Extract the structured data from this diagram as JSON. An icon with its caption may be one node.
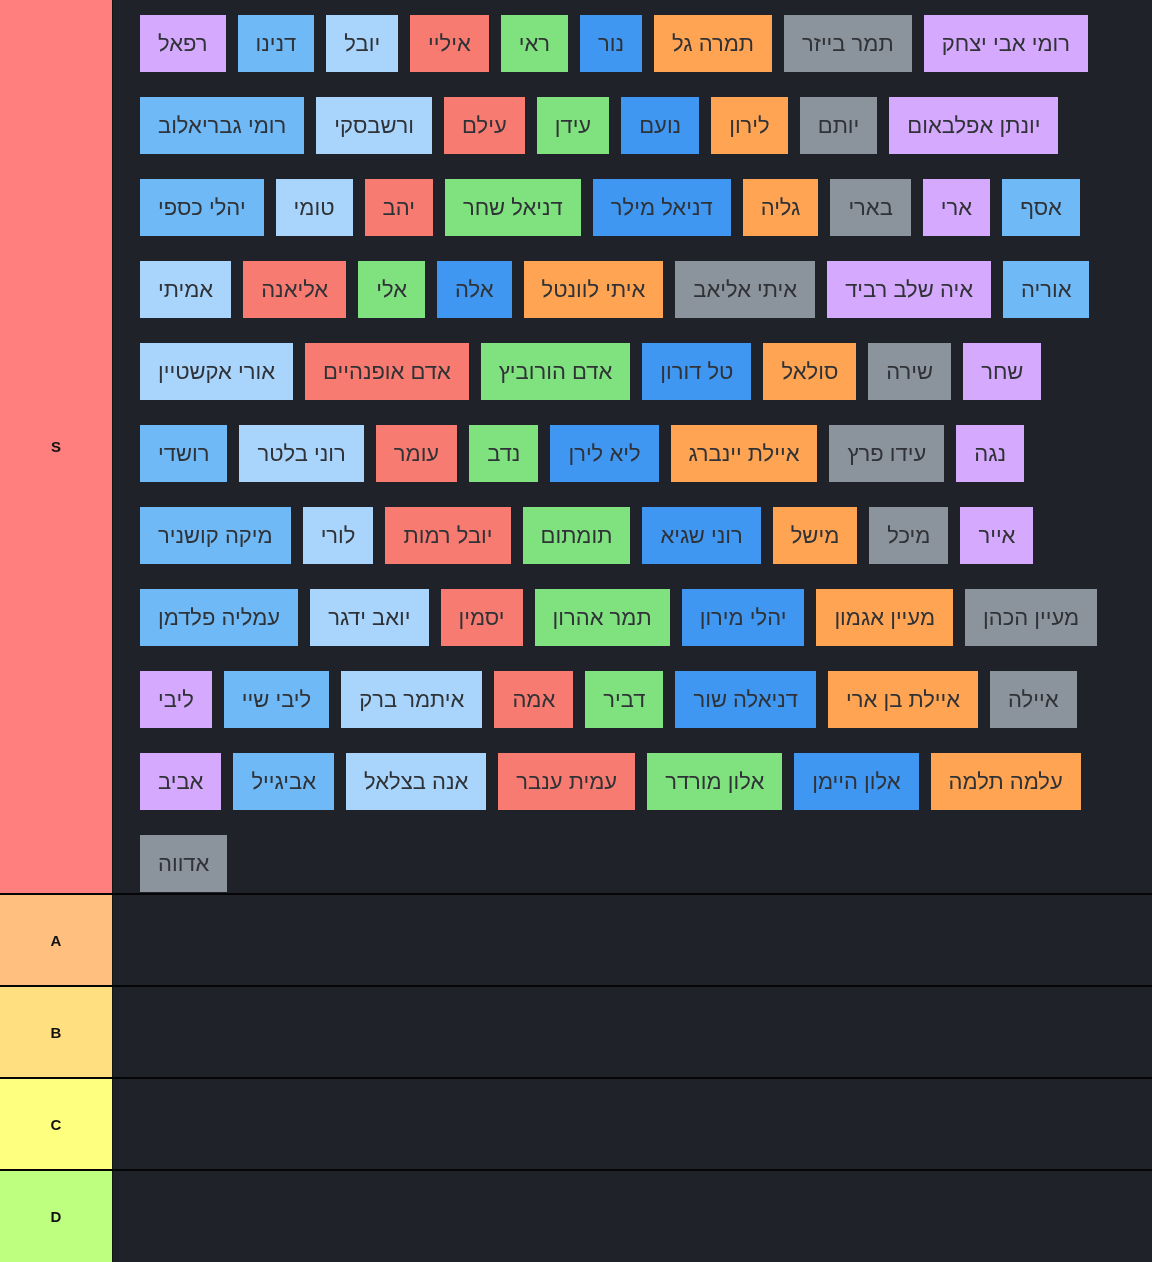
{
  "diagram": {
    "nodes": [
      {
        "text": [
          "S"
        ]
      },
      {
        "text": [
          "רפאל"
        ],
        "in": 0
      },
      {
        "text": [
          "דנינו"
        ],
        "in": 0
      },
      {
        "text": [
          "יובל"
        ],
        "in": 0
      },
      {
        "text": [
          "איליי"
        ],
        "in": 0
      },
      {
        "text": [
          "ראי"
        ],
        "in": 0
      },
      {
        "text": [
          "נור"
        ],
        "in": 0
      },
      {
        "text": [
          "תמרה גל"
        ],
        "in": 0
      },
      {
        "text": [
          "תמר בייזר"
        ],
        "in": 0
      },
      {
        "text": [
          "רומי אבי יצחק"
        ],
        "in": 0
      },
      {
        "text": [
          "רומי גבריאלוב"
        ],
        "in": 0
      },
      {
        "text": [
          "ורשבסקי"
        ],
        "in": 0
      },
      {
        "text": [
          "עילם"
        ],
        "in": 0
      },
      {
        "text": [
          "עידן"
        ],
        "in": 0
      },
      {
        "text": [
          "נועם"
        ],
        "in": 0
      },
      {
        "text": [
          "לירון"
        ],
        "in": 0
      },
      {
        "text": [
          "יותם"
        ],
        "in": 0
      },
      {
        "text": [
          "יונתן אפלבאום"
        ],
        "in": 0
      },
      {
        "text": [
          "יהלי כספי"
        ],
        "in": 0
      },
      {
        "text": [
          "טומי"
        ],
        "in": 0
      },
      {
        "text": [
          "יהב"
        ],
        "in": 0
      },
      {
        "text": [
          "דניאל שחר"
        ],
        "in": 0
      },
      {
        "text": [
          "דניאל מילר"
        ],
        "in": 0
      },
      {
        "text": [
          "גליה"
        ],
        "in": 0
      },
      {
        "text": [
          "בארי"
        ],
        "in": 0
      },
      {
        "text": [
          "ארי"
        ],
        "in": 0
      },
      {
        "text": [
          "אסף"
        ],
        "in": 0
      },
      {
        "text": [
          "אמיתי"
        ],
        "in": 0
      },
      {
        "text": [
          "אליאנה"
        ],
        "in": 0
      },
      {
        "text": [
          "אלי"
        ],
        "in": 0
      },
      {
        "text": [
          "אלה"
        ],
        "in": 0
      },
      {
        "text": [
          "איתי לוונטל"
        ],
        "in": 0
      },
      {
        "text": [
          "איתי אליאב"
        ],
        "in": 0
      },
      {
        "text": [
          "איה שלב רביד"
        ],
        "in": 0
      },
      {
        "text": [
          "אוריה"
        ],
        "in": 0
      },
      {
        "text": [
          "אורי אקשטיין"
        ],
        "in": 0
      },
      {
        "text": [
          "אדם אופנהיים"
        ],
        "in": 0
      },
      {
        "text": [
          "אדם הורוביץ"
        ],
        "in": 0
      },
      {
        "text": [
          "טל דורון"
        ],
        "in": 0
      },
      {
        "text": [
          "סולאל"
        ],
        "in": 0
      },
      {
        "text": [
          "שירה"
        ],
        "in": 0
      },
      {
        "text": [
          "שחר"
        ],
        "in": 0
      },
      {
        "text": [
          "רושדי"
        ],
        "in": 0
      },
      {
        "text": [
          "רוני בלטר"
        ],
        "in": 0
      },
      {
        "text": [
          "עומר"
        ],
        "in": 0
      },
      {
        "text": [
          "נדב"
        ],
        "in": 0
      },
      {
        "text": [
          "ליא לירן"
        ],
        "in": 0
      },
      {
        "text": [
          "איילת יינברג"
        ],
        "in": 0
      },
      {
        "text": [
          "עידו פרץ"
        ],
        "in": 0
      },
      {
        "text": [
          "נגה"
        ],
        "in": 0
      },
      {
        "text": [
          "מיקה קושניר"
        ],
        "in": 0
      },
      {
        "text": [
          "לורי"
        ],
        "in": 0
      },
      {
        "text": [
          "יובל רמות"
        ],
        "in": 0
      },
      {
        "text": [
          "תומתום"
        ],
        "in": 0
      },
      {
        "text": [
          "רוני שגיא"
        ],
        "in": 0
      },
      {
        "text": [
          "מישל"
        ],
        "in": 0
      },
      {
        "text": [
          "מיכל"
        ],
        "in": 0
      },
      {
        "text": [
          "אייר"
        ],
        "in": 0
      },
      {
        "text": [
          "עמליה פלדמן"
        ],
        "in": 0
      },
      {
        "text": [
          "יואב ידגר"
        ],
        "in": 0
      },
      {
        "text": [
          "יסמין"
        ],
        "in": 0
      },
      {
        "text": [
          "תמר אהרון"
        ],
        "in": 0
      },
      {
        "text": [
          "יהלי מירון"
        ],
        "in": 0
      },
      {
        "text": [
          "מעיין אגמון"
        ],
        "in": 0
      },
      {
        "text": [
          "מעיין הכהן"
        ],
        "in": 0
      },
      {
        "text": [
          "ליבי"
        ],
        "in": 0
      },
      {
        "text": [
          "ליבי שיי"
        ],
        "in": 0
      },
      {
        "text": [
          "איתמר ברק"
        ],
        "in": 0
      },
      {
        "text": [
          "אמה"
        ],
        "in": 0
      },
      {
        "text": [
          "דביר"
        ],
        "in": 0
      },
      {
        "text": [
          "דניאלה שור"
        ],
        "in": 0
      },
      {
        "text": [
          "איילת בן ארי"
        ],
        "in": 0
      },
      {
        "text": [
          "איילה"
        ],
        "in": 0
      },
      {
        "text": [
          "אביב"
        ],
        "in": 0
      },
      {
        "text": [
          "אביגייל"
        ],
        "in": 0
      },
      {
        "text": [
          "אנה בצלאל"
        ],
        "in": 0
      },
      {
        "text": [
          "עמית ענבר"
        ],
        "in": 0
      },
      {
        "text": [
          "אלון מורדר"
        ],
        "in": 0
      },
      {
        "text": [
          "אלון היימן"
        ],
        "in": 0
      },
      {
        "text": [
          "עלמה תלמה"
        ],
        "in": 0
      },
      {
        "text": [
          "אדווה"
        ],
        "in": 0
      },
      {
        "text": [
          "A"
        ]
      },
      {
        "text": [
          "B"
        ]
      },
      {
        "text": [
          "C"
        ]
      },
      {
        "text": [
          "D"
        ]
      }
    ]
  }
}
